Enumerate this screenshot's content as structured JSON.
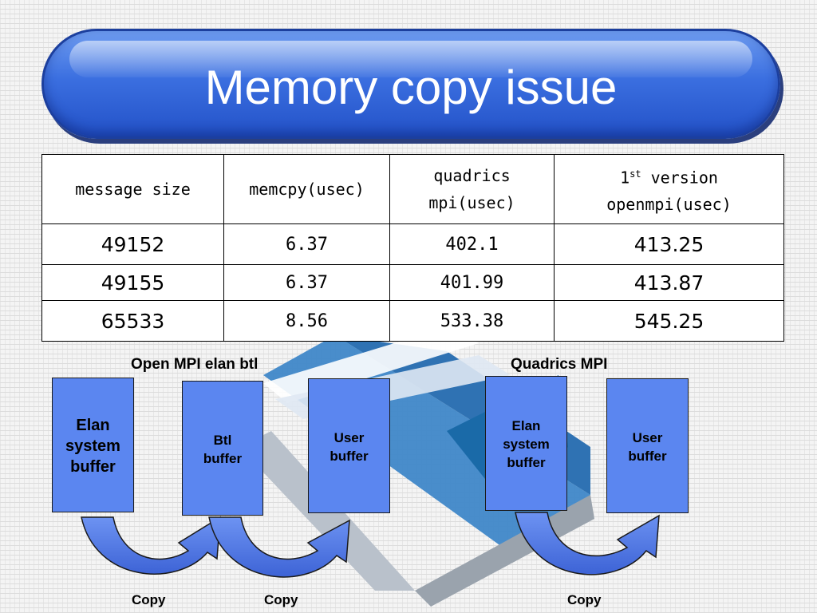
{
  "title": "Memory copy issue",
  "table": {
    "headers": [
      {
        "text": "message size"
      },
      {
        "text": "memcpy(usec)"
      },
      {
        "line1": "quadrics",
        "line2": "mpi(usec)"
      },
      {
        "prefix": "1",
        "sup": "st",
        "suffix": " version",
        "line2": "openmpi(usec)"
      }
    ],
    "rows": [
      [
        "49152",
        "6.37",
        "402.1",
        "413.25"
      ],
      [
        "49155",
        "6.37",
        "401.99",
        "413.87"
      ],
      [
        "65533",
        "8.56",
        "533.38",
        "545.25"
      ]
    ]
  },
  "openmpi_group": {
    "label": "Open MPI elan btl",
    "buffers": [
      "Elan\nsystem\nbuffer",
      "Btl\nbuffer",
      "User\nbuffer"
    ]
  },
  "quadrics_group": {
    "label": "Quadrics MPI",
    "buffers": [
      "Elan\nsystem\nbuffer",
      "User\nbuffer"
    ]
  },
  "copy_labels": [
    "Copy",
    "Copy",
    "Copy"
  ],
  "colors": {
    "title_fill": "#3b6fe0",
    "buffer_fill": "#5b86f0",
    "arrow_fill": "#4f76e8"
  }
}
